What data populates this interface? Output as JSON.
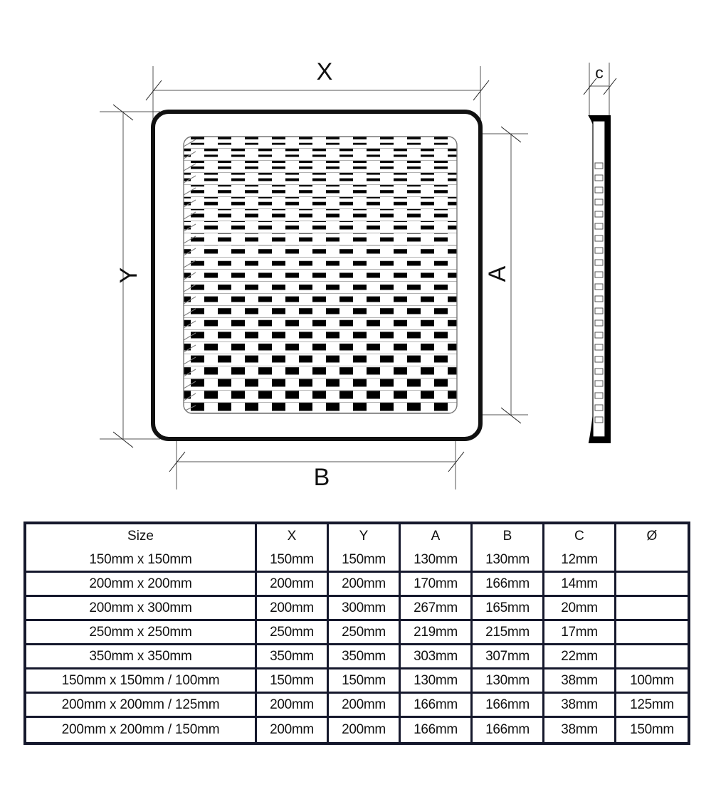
{
  "drawing": {
    "front_view": {
      "name": "front-view",
      "dimension_labels": {
        "width_overall": "X",
        "height_overall": "Y",
        "height_inner": "A",
        "width_inner": "B"
      },
      "louvre_rows": 23,
      "louvre_blocks_per_row": 10
    },
    "side_view": {
      "name": "side-view",
      "dimension_labels": {
        "thickness": "c"
      },
      "slot_count": 24
    },
    "colors": {
      "line": "#111111",
      "thin_line": "#555555",
      "fill": "#ffffff"
    }
  },
  "table": {
    "columns": [
      "Size",
      "X",
      "Y",
      "A",
      "B",
      "C",
      "Ø"
    ],
    "rows": [
      {
        "size": "150mm x 150mm",
        "x": "150mm",
        "y": "150mm",
        "a": "130mm",
        "b": "130mm",
        "c": "12mm",
        "d": ""
      },
      {
        "size": "200mm x 200mm",
        "x": "200mm",
        "y": "200mm",
        "a": "170mm",
        "b": "166mm",
        "c": "14mm",
        "d": ""
      },
      {
        "size": "200mm x 300mm",
        "x": "200mm",
        "y": "300mm",
        "a": "267mm",
        "b": "165mm",
        "c": "20mm",
        "d": ""
      },
      {
        "size": "250mm x 250mm",
        "x": "250mm",
        "y": "250mm",
        "a": "219mm",
        "b": "215mm",
        "c": "17mm",
        "d": ""
      },
      {
        "size": "350mm x 350mm",
        "x": "350mm",
        "y": "350mm",
        "a": "303mm",
        "b": "307mm",
        "c": "22mm",
        "d": ""
      },
      {
        "size": "150mm x 150mm / 100mm",
        "x": "150mm",
        "y": "150mm",
        "a": "130mm",
        "b": "130mm",
        "c": "38mm",
        "d": "100mm"
      },
      {
        "size": "200mm x 200mm / 125mm",
        "x": "200mm",
        "y": "200mm",
        "a": "166mm",
        "b": "166mm",
        "c": "38mm",
        "d": "125mm"
      },
      {
        "size": "200mm x 200mm / 150mm",
        "x": "200mm",
        "y": "200mm",
        "a": "166mm",
        "b": "166mm",
        "c": "38mm",
        "d": "150mm"
      }
    ],
    "colors": {
      "header_background": "#c3c3c3",
      "size_background": "#8ec5f2",
      "value_background": "#ffffff",
      "border": "#15182c"
    }
  }
}
